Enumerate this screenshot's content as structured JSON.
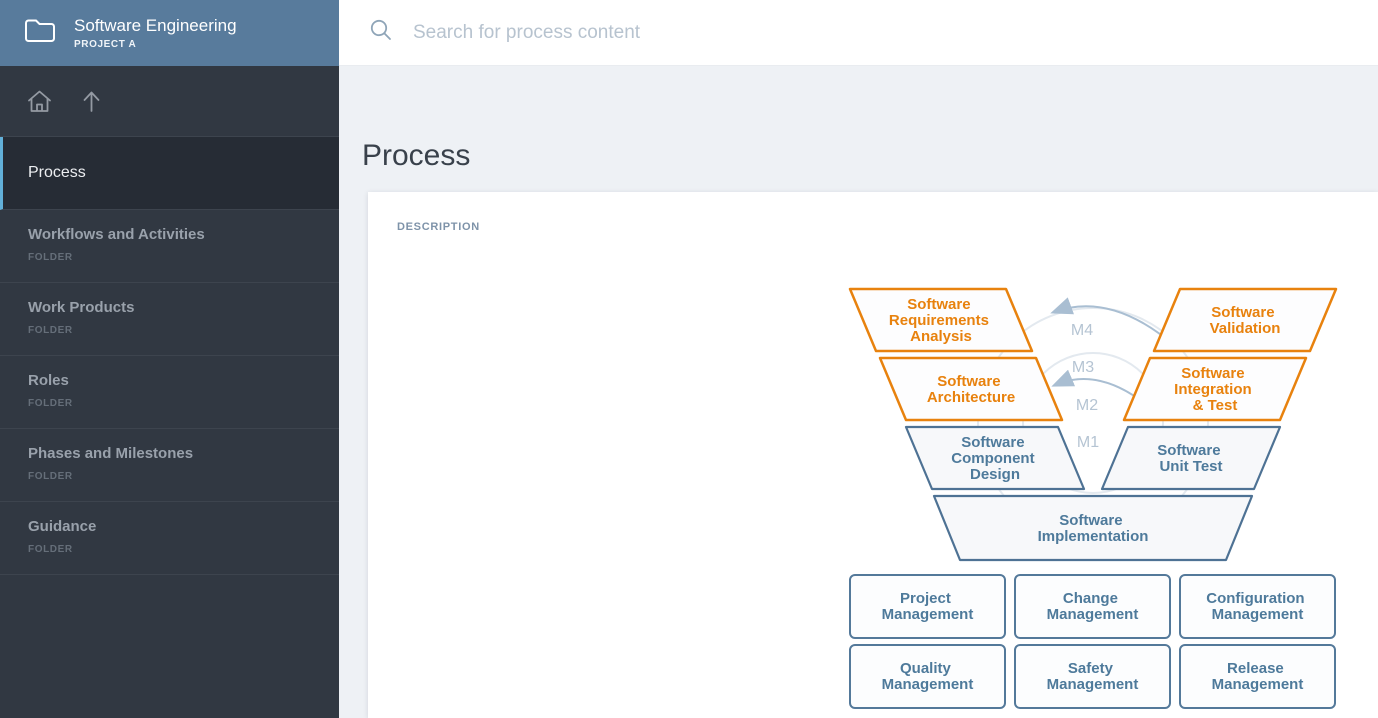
{
  "project_header": {
    "title": "Software Engineering",
    "subtitle": "PROJECT A"
  },
  "search": {
    "placeholder": "Search for process content"
  },
  "sidebar": {
    "selected_item": {
      "label": "Process"
    },
    "items": [
      {
        "label": "Workflows and Activities",
        "type": "FOLDER"
      },
      {
        "label": "Work Products",
        "type": "FOLDER"
      },
      {
        "label": "Roles",
        "type": "FOLDER"
      },
      {
        "label": "Phases and Milestones",
        "type": "FOLDER"
      },
      {
        "label": "Guidance",
        "type": "FOLDER"
      }
    ]
  },
  "main": {
    "page_title": "Process",
    "description_label": "DESCRIPTION"
  },
  "diagram": {
    "shapes": {
      "req": [
        "Software",
        "Requirements",
        "Analysis"
      ],
      "arch": [
        "Software",
        "Architecture"
      ],
      "comp": [
        "Software",
        "Component",
        "Design"
      ],
      "val": [
        "Software",
        "Validation"
      ],
      "integ": [
        "Software",
        "Integration",
        "& Test"
      ],
      "unit": [
        "Software",
        "Unit Test"
      ],
      "impl": [
        "Software",
        "Implementation"
      ]
    },
    "milestones": [
      "M4",
      "M3",
      "M2",
      "M1"
    ],
    "management": [
      [
        "Project",
        "Management"
      ],
      [
        "Change",
        "Management"
      ],
      [
        "Configuration",
        "Management"
      ],
      [
        "Quality",
        "Management"
      ],
      [
        "Safety",
        "Management"
      ],
      [
        "Release",
        "Management"
      ]
    ]
  },
  "colors": {
    "header_blue": "#587b9c",
    "sidebar_dark": "#313842",
    "selected_accent": "#62b0d9",
    "diagram_orange": "#e8820e",
    "diagram_blue": "#4e7a9b",
    "arc_gray": "#a9bed2",
    "page_background": "#eef1f5"
  }
}
